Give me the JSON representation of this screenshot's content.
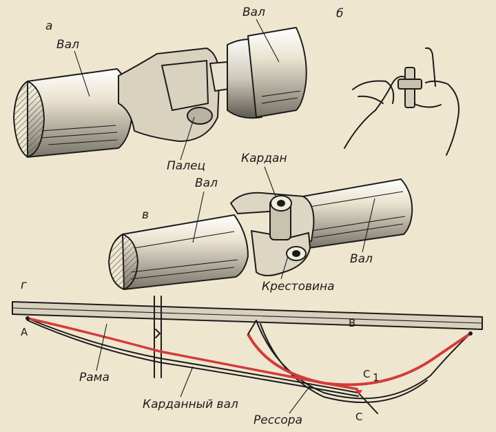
{
  "panels": {
    "a": "а",
    "b": "б",
    "v": "в",
    "g": "г"
  },
  "labels": {
    "shaft_a_left": "Вал",
    "shaft_a_right": "Вал",
    "pin": "Палец",
    "cardan": "Кардан",
    "shaft_v_left": "Вал",
    "shaft_v_right": "Вал",
    "cross": "Крестовина",
    "frame": "Рама",
    "cardan_shaft": "Карданный вал",
    "spring": "Рессора"
  },
  "points": {
    "A": "А",
    "B": "В",
    "C": "С",
    "C1": "С",
    "C1_sub": "1"
  },
  "colors": {
    "paper": "#efe6cf",
    "ink": "#1b1b1b",
    "red": "#d23b3b",
    "hatch": "#4a4a4a"
  }
}
